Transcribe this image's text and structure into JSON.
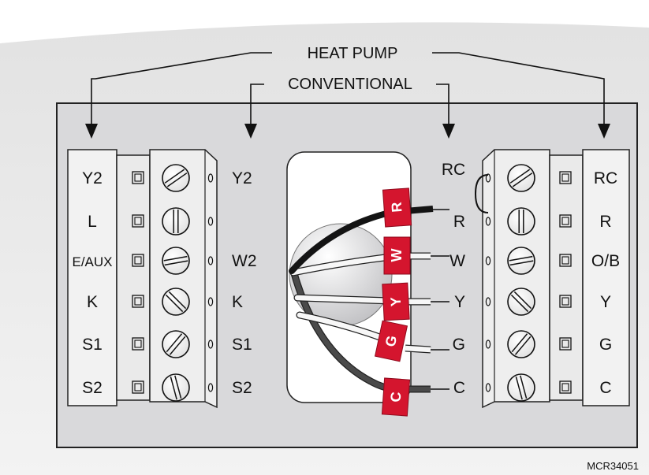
{
  "labels": {
    "heat_pump": "HEAT PUMP",
    "conventional": "CONVENTIONAL",
    "figure_code": "MCR34051"
  },
  "left_terminal": {
    "outer_labels": [
      "Y2",
      "L",
      "E/AUX",
      "K",
      "S1",
      "S2"
    ],
    "inner_labels": [
      "Y2",
      "",
      "W2",
      "K",
      "S1",
      "S2"
    ]
  },
  "right_terminal": {
    "inner_labels": [
      "RC",
      "R",
      "W",
      "Y",
      "G",
      "C"
    ],
    "outer_labels": [
      "RC",
      "R",
      "O/B",
      "Y",
      "G",
      "C"
    ]
  },
  "wire_tags": [
    "R",
    "W",
    "Y",
    "G",
    "C"
  ],
  "colors": {
    "panel": "#d9d9db",
    "tag_red": "#d4152e",
    "backdrop": "#eeeeee",
    "wire_black": "#141414",
    "wire_white": "#f7f7f7",
    "wire_dark_gray": "#4a4a4a"
  }
}
